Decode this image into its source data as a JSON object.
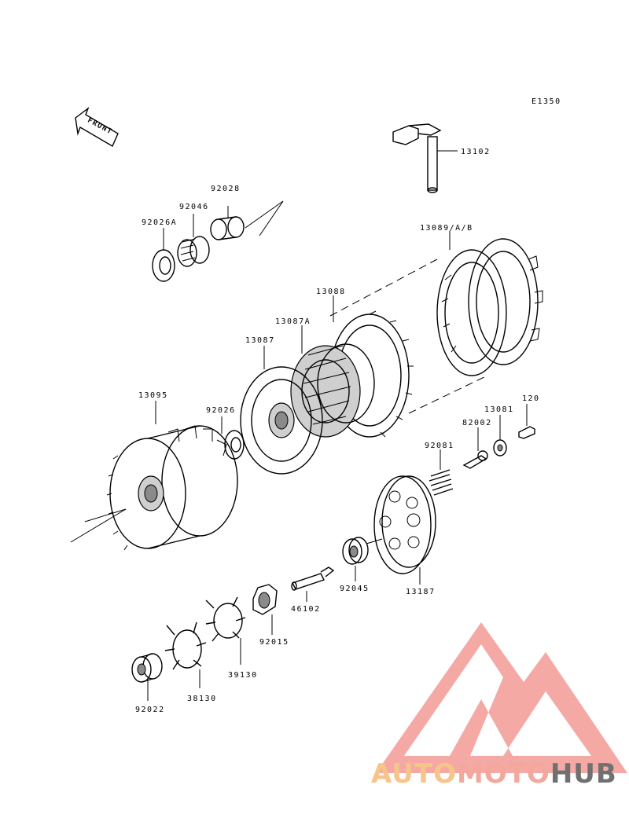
{
  "diagram": {
    "code": "E1350",
    "front_label": "FRONT",
    "parts": [
      {
        "id": "13102",
        "label": "13102"
      },
      {
        "id": "92028",
        "label": "92028"
      },
      {
        "id": "92046",
        "label": "92046"
      },
      {
        "id": "92026A",
        "label": "92026A"
      },
      {
        "id": "13089",
        "label": "13089/A/B"
      },
      {
        "id": "13088",
        "label": "13088"
      },
      {
        "id": "13087A",
        "label": "13087A"
      },
      {
        "id": "13087",
        "label": "13087"
      },
      {
        "id": "13095",
        "label": "13095"
      },
      {
        "id": "92026",
        "label": "92026"
      },
      {
        "id": "120",
        "label": "120"
      },
      {
        "id": "13081",
        "label": "13081"
      },
      {
        "id": "82002",
        "label": "82002"
      },
      {
        "id": "92081",
        "label": "92081"
      },
      {
        "id": "92045",
        "label": "92045"
      },
      {
        "id": "13187",
        "label": "13187"
      },
      {
        "id": "46102",
        "label": "46102"
      },
      {
        "id": "92015",
        "label": "92015"
      },
      {
        "id": "39130",
        "label": "39130"
      },
      {
        "id": "38130",
        "label": "38130"
      },
      {
        "id": "92022",
        "label": "92022"
      }
    ]
  },
  "watermark": {
    "part1": "AUTO",
    "part2": "MOTO",
    "part3": "HUB",
    "color1": "#f7c48a",
    "color2": "#f4a79c",
    "color3": "#707070",
    "logo_color": "#f29a95"
  }
}
